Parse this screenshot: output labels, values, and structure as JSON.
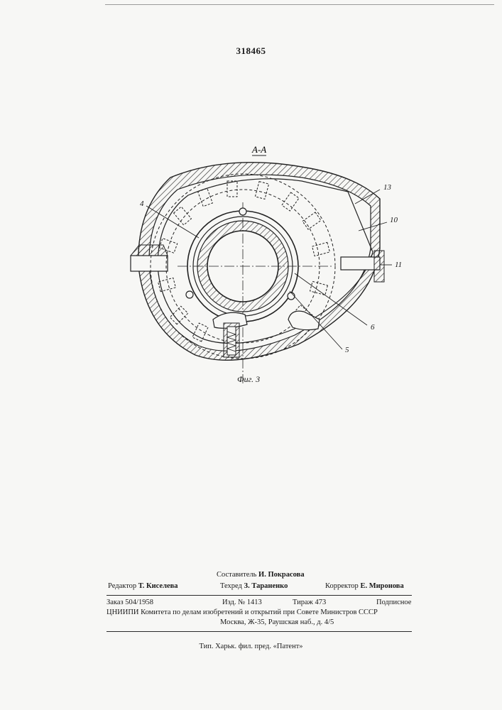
{
  "patent_number": "318465",
  "figure": {
    "section_label": "А-А",
    "caption": "Фиг. 3",
    "callouts": [
      "4",
      "13",
      "10",
      "11",
      "6",
      "5"
    ]
  },
  "imprint": {
    "compiler_role": "Составитель",
    "compiler_name": "И. Покрасова",
    "editor_role": "Редактор",
    "editor_name": "Т. Киселева",
    "techred_role": "Техред",
    "techred_name": "З. Тараненко",
    "corrector_role": "Корректор",
    "corrector_name": "Е. Миронова",
    "order": "Заказ 504/1958",
    "issue": "Изд. № 1413",
    "print_run": "Тираж 473",
    "subscription": "Подписное",
    "org_line": "ЦНИИПИ Комитета по делам изобретений и открытий при Совете Министров СССР",
    "address": "Москва, Ж-35, Раушская наб., д. 4/5"
  },
  "footer": "Тип. Харьк. фил. пред. «Патент»"
}
